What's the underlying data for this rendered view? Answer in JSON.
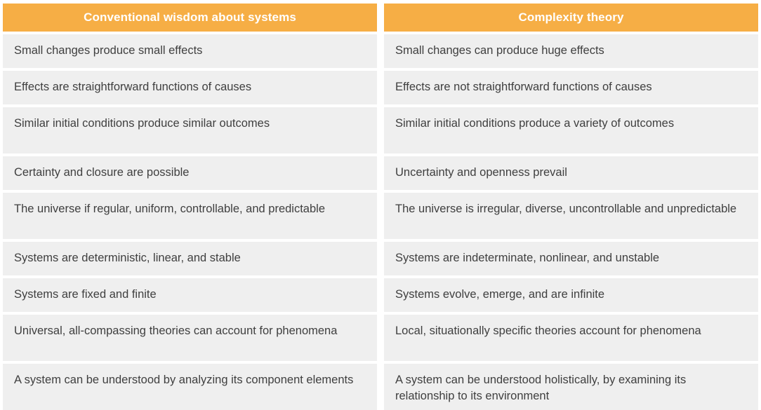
{
  "table": {
    "columns": [
      {
        "header": "Conventional wisdom about systems",
        "cells": [
          "Small changes produce small effects",
          "Effects are straightforward functions of causes",
          "Similar initial conditions produce similar outcomes",
          "Certainty and closure are possible",
          "The universe if regular, uniform, controllable, and predictable",
          "Systems are deterministic, linear, and stable",
          "Systems are fixed and finite",
          "Universal, all-compassing theories can account for phenomena",
          "A system can be understood by analyzing its component elements"
        ]
      },
      {
        "header": "Complexity theory",
        "cells": [
          "Small changes can produce huge effects",
          "Effects are not straightforward functions of causes",
          "Similar initial conditions produce a variety of outcomes",
          "Uncertainty and openness prevail",
          "The universe is irregular, diverse, uncontrollable and unpredictable",
          "Systems are indeterminate, nonlinear, and unstable",
          "Systems evolve, emerge, and are infinite",
          "Local, situationally specific theories account for phenomena",
          "A system can be understood holistically, by examining its relationship to its environment"
        ]
      }
    ],
    "row_heights": [
      "one-line",
      "one-line",
      "two-line",
      "one-line",
      "two-line",
      "one-line",
      "one-line",
      "two-line",
      "two-line"
    ],
    "colors": {
      "header_background": "#F6AE45",
      "header_text": "#FFFFFF",
      "cell_background": "#EFEFEF",
      "cell_text": "#3F3F3F",
      "page_background": "#FFFFFF"
    }
  }
}
